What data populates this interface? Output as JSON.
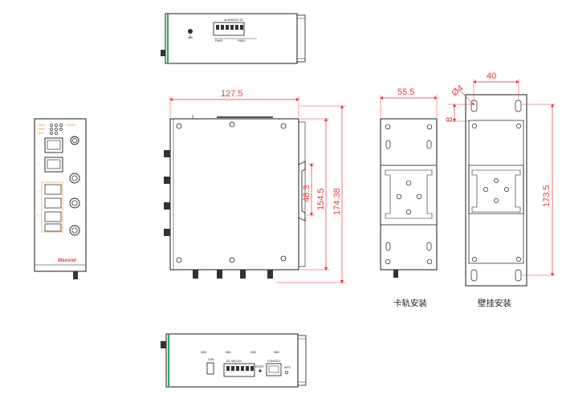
{
  "dimensions": {
    "width": "127.5",
    "height_total": "174.38",
    "height_body": "154.5",
    "rail_offset": "48.3",
    "rail_width": "55.5",
    "wall_hole_spacing": "40",
    "hole_diameter": "Ø4",
    "edge_offset": "8",
    "wall_height": "173.5"
  },
  "captions": {
    "din_rail": "卡轨安装",
    "wall": "壁挂安装"
  },
  "front_panel": {
    "brand": "Maxond",
    "led_labels": [
      "PWR1",
      "PWR2",
      "RUN",
      "ALARM"
    ],
    "port_labels": [
      "2",
      "3",
      "4",
      "5"
    ]
  },
  "top_view": {
    "connector_title": "ALARM/24V DC",
    "labels": [
      "PWR1",
      "PWR2"
    ]
  },
  "bottom_view": {
    "labels": [
      "NM3",
      "NM1",
      "NM2",
      "NM3",
      "USB",
      "DC 48V/24V",
      "RESET",
      "CONSOLE",
      "WPS"
    ]
  },
  "colors": {
    "dimension": "#e8383d",
    "line": "#1a1a1a",
    "accent": "#e89a3d",
    "green": "#3aa655"
  }
}
